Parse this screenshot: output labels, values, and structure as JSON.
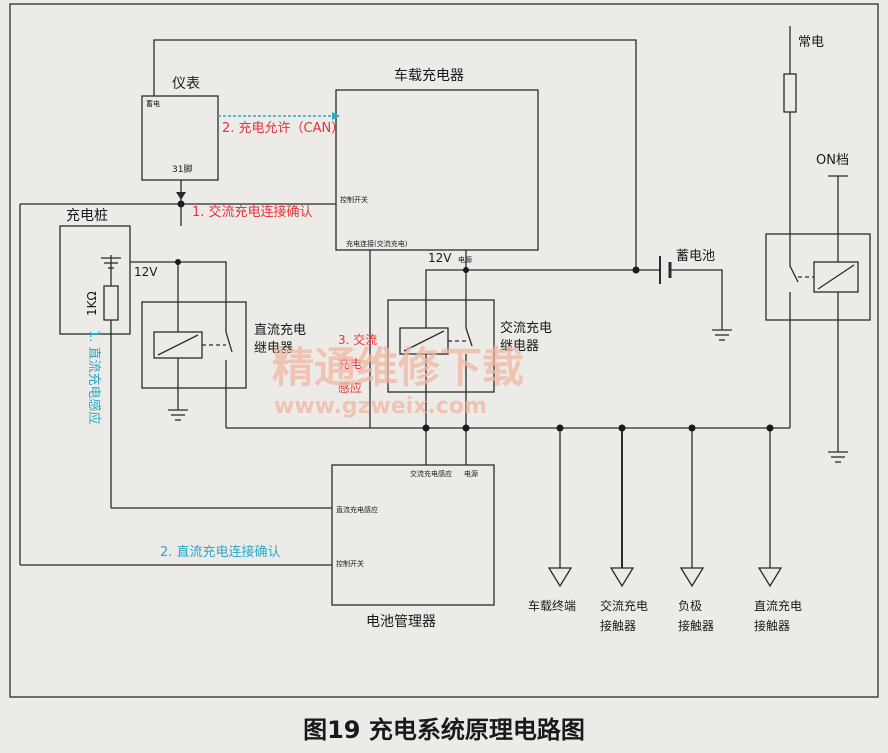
{
  "labels": {
    "instrument": "仪表",
    "obc": "车载充电器",
    "charger_pile": "充电桩",
    "always_on": "常电",
    "on_gear": "ON档",
    "battery": "蓄电池",
    "dc_relay": "直流充电\n继电器",
    "ac_relay": "交流充电\n继电器",
    "bms": "电池管理器",
    "v12_left": "12V",
    "v12_mid": "12V",
    "pin31": "31脚",
    "resistor": "1KΩ",
    "gnd_onboard": "车载终端",
    "gnd_ac": "交流充电\n接触器",
    "gnd_neg": "负极\n接触器",
    "gnd_dc": "直流充电\n接触器",
    "inst_pin": "蓄电",
    "obc_pin1": "控制开关",
    "obc_pin2": "充电连接(交流充电)",
    "obc_pin3": "电源",
    "bms_pin1": "交流充电感应",
    "bms_pin2": "电源",
    "bms_pin3": "直流充电感应",
    "bms_pin4": "控制开关"
  },
  "signals": {
    "can": "2. 充电允许（CAN）",
    "ac_confirm": "1. 交流充电连接确认",
    "ac_sense": "3. 交流\n充电\n感应",
    "dc_sense": "1. 直流充电感应",
    "dc_confirm": "2. 直流充电连接确认"
  },
  "watermark": {
    "title": "精通维修下载",
    "url": "www.gzweix.com"
  },
  "caption": "图19 充电系统原理电路图",
  "colors": {
    "wire": "#2b2b2b",
    "red_signal": "#e8333a",
    "cyan_signal": "#27a9c7",
    "watermark": "#f2b7a2",
    "background": "#ecebe8"
  }
}
